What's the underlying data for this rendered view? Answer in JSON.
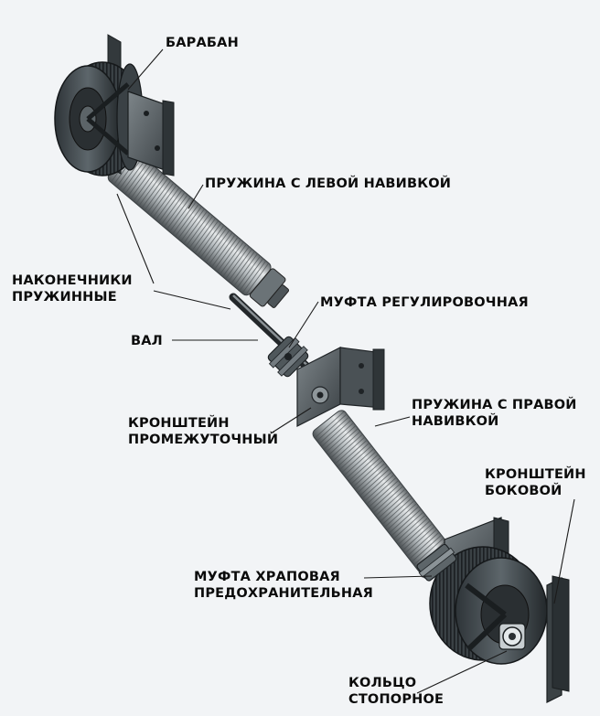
{
  "labels": {
    "drum": "БАРАБАН",
    "left_spring": "ПРУЖИНА С ЛЕВОЙ НАВИВКОЙ",
    "spring_tips": [
      "НАКОНЕЧНИКИ",
      "ПРУЖИННЫЕ"
    ],
    "adjusting_coupling": "МУФТА РЕГУЛИРОВОЧНАЯ",
    "shaft": "ВАЛ",
    "intermediate_bracket": [
      "КРОНШТЕЙН",
      "ПРОМЕЖУТОЧНЫЙ"
    ],
    "right_spring": [
      "ПРУЖИНА С ПРАВОЙ",
      "НАВИВКОЙ"
    ],
    "side_bracket": [
      "КРОНШТЕЙН",
      "БОКОВОЙ"
    ],
    "ratchet_coupling": [
      "МУФТА ХРАПОВАЯ",
      "ПРЕДОХРАНИТЕЛЬНАЯ"
    ],
    "retaining_ring": [
      "КОЛЬЦО",
      "СТОПОРНОЕ"
    ]
  }
}
